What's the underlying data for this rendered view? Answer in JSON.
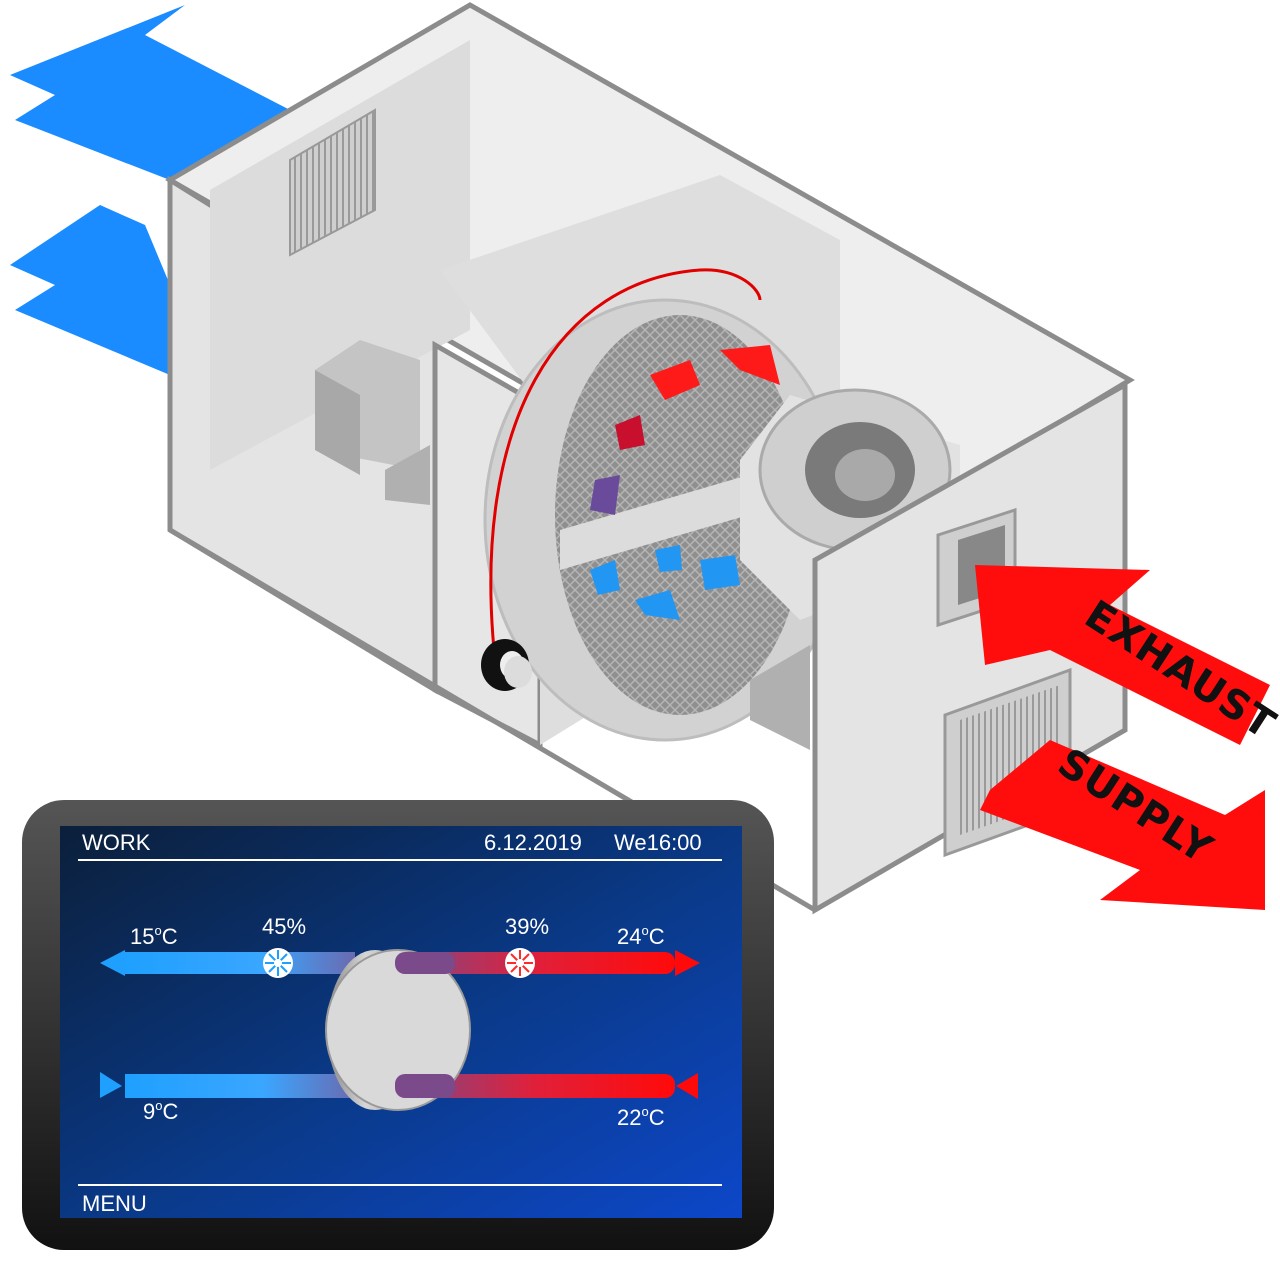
{
  "labels": {
    "exhaust": "EXHAUST",
    "supply": "SUPPLY"
  },
  "panel": {
    "mode": "WORK",
    "date": "6.12.2019",
    "day_time": "We16:00",
    "menu": "MENU",
    "fan_left_pct": "45%",
    "fan_right_pct": "39%",
    "temps": {
      "top_left": {
        "value": "15",
        "unit": "C"
      },
      "top_right": {
        "value": "24",
        "unit": "C"
      },
      "bottom_left": {
        "value": "9",
        "unit": "C"
      },
      "bottom_right": {
        "value": "22",
        "unit": "C"
      }
    },
    "degree_mark": "o"
  },
  "colors": {
    "cold": "#1a8cff",
    "hot": "#ff0000",
    "housing": "#e2e2e2",
    "screen": "#0a3a8a"
  }
}
